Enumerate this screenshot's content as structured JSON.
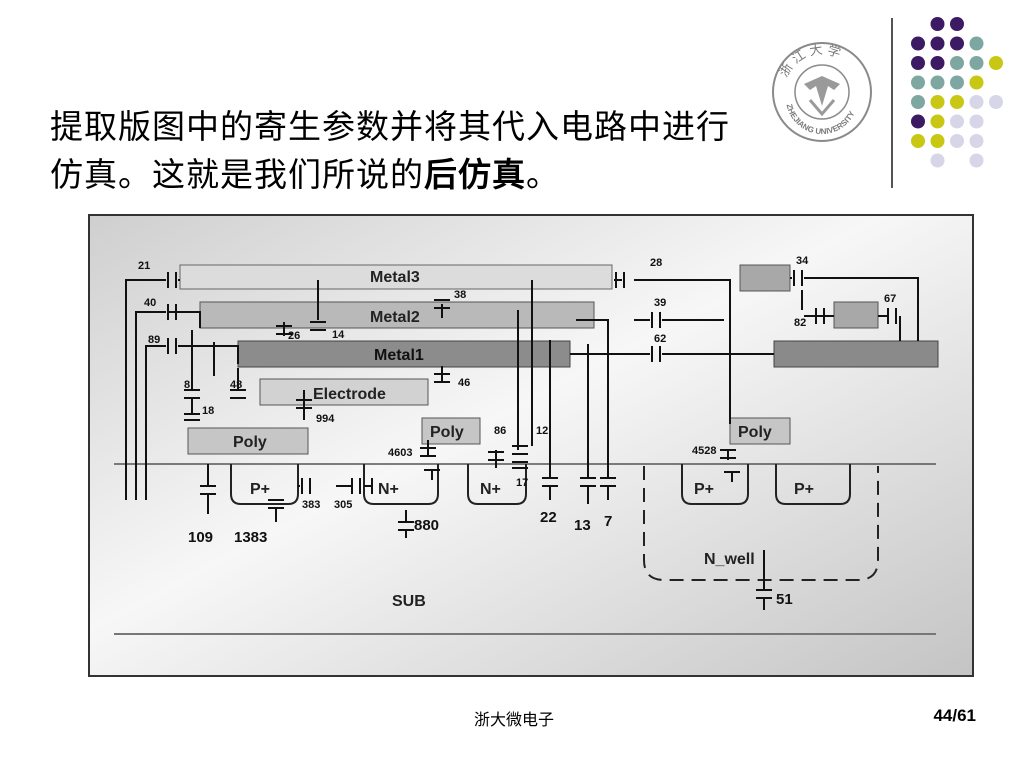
{
  "slide": {
    "title_line1": "提取版图中的寄生参数并将其代入电路中进行",
    "title_line2_prefix": "仿真。这就是我们所说的",
    "title_line2_bold": "后仿真",
    "title_line2_suffix": "。"
  },
  "footer": {
    "center_text": "浙大微电子",
    "page": "44/61"
  },
  "seal": {
    "top_text": "浙 江 大 学",
    "bottom_text": "ZHEJIANG UNIVERSITY"
  },
  "colors": {
    "purple": "#3c1a64",
    "teal": "#7fa7a2",
    "yellow": "#c8c814",
    "lavender": "#d6d6e8"
  },
  "diagram": {
    "layers": {
      "metal3": "Metal3",
      "metal2": "Metal2",
      "metal1": "Metal1",
      "electrode": "Electrode",
      "poly_left": "Poly",
      "poly_mid": "Poly",
      "poly_right": "Poly"
    },
    "diffusions": {
      "p_plus_left": "P+",
      "n_plus_1": "N+",
      "n_plus_2": "N+",
      "p_plus_well_1": "P+",
      "p_plus_well_2": "P+",
      "n_well": "N_well",
      "sub": "SUB"
    },
    "capacitor_labels": {
      "c21": "21",
      "c40": "40",
      "c89": "89",
      "c8": "8",
      "c48": "48",
      "c18": "18",
      "c26": "26",
      "c14": "14",
      "c38": "38",
      "c46": "46",
      "c994": "994",
      "c4603": "4603",
      "c86": "86",
      "c12": "12",
      "c17": "17",
      "c22": "22",
      "c13": "13",
      "c7": "7",
      "c28": "28",
      "c39": "39",
      "c62": "62",
      "c34": "34",
      "c82": "82",
      "c67": "67",
      "c4528": "4528",
      "c109": "109",
      "c1383": "1383",
      "c383": "383",
      "c305": "305",
      "c880": "880",
      "c51": "51"
    }
  }
}
